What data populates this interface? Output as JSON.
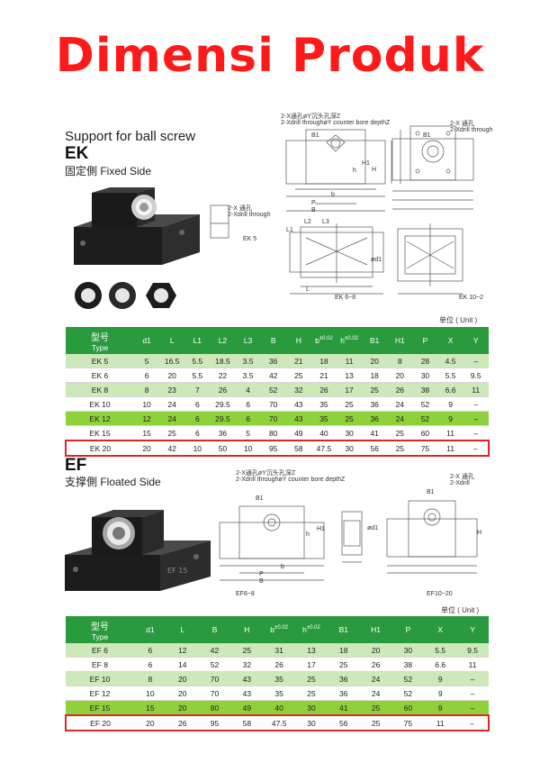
{
  "page_title": "Dimensi Produk",
  "ek": {
    "title": "Support for ball screw",
    "code": "EK",
    "side": "固定側 Fixed Side",
    "diagram": {
      "note_top1": "2-X通孔øY沉头孔深Z",
      "note_top2": "2-Xdrill throughøY counter bore depthZ",
      "note_top_right1": "2-X 通孔",
      "note_top_right2": "2-Xdrill through",
      "note_mid1": "2-X 通孔",
      "note_mid2": "2-Xdrill through",
      "label_ek5": "EK 5",
      "label_ek68": "EK 6~8",
      "label_ek10": "EK 10~2",
      "dims": {
        "b1": "B1",
        "h": "h",
        "h1": "H1",
        "hh": "H",
        "b": "b",
        "p": "P",
        "bb": "B",
        "l2": "L2",
        "l3": "L3",
        "l1": "L1",
        "l": "L",
        "d1": "ød1"
      }
    },
    "unit": "单位 ( Unit )",
    "headers": [
      "d1",
      "L",
      "L1",
      "L2",
      "L3",
      "B",
      "H",
      "b",
      "h",
      "B1",
      "H1",
      "P",
      "X",
      "Y"
    ],
    "type_cn": "型号",
    "type_en": "Type",
    "tol": "±0.02",
    "rows": [
      [
        "EK 5",
        "5",
        "16.5",
        "5.5",
        "18.5",
        "3.5",
        "36",
        "21",
        "18",
        "11",
        "20",
        "8",
        "28",
        "4.5",
        "–"
      ],
      [
        "EK 6",
        "6",
        "20",
        "5.5",
        "22",
        "3.5",
        "42",
        "25",
        "21",
        "13",
        "18",
        "20",
        "30",
        "5.5",
        "9.5"
      ],
      [
        "EK 8",
        "8",
        "23",
        "7",
        "26",
        "4",
        "52",
        "32",
        "26",
        "17",
        "25",
        "26",
        "38",
        "6.6",
        "11"
      ],
      [
        "EK 10",
        "10",
        "24",
        "6",
        "29.5",
        "6",
        "70",
        "43",
        "35",
        "25",
        "36",
        "24",
        "52",
        "9",
        "–"
      ],
      [
        "EK 12",
        "12",
        "24",
        "6",
        "29.5",
        "6",
        "70",
        "43",
        "35",
        "25",
        "36",
        "24",
        "52",
        "9",
        "–"
      ],
      [
        "EK 15",
        "15",
        "25",
        "6",
        "36",
        "5",
        "80",
        "49",
        "40",
        "30",
        "41",
        "25",
        "60",
        "11",
        "–"
      ],
      [
        "EK 20",
        "20",
        "42",
        "10",
        "50",
        "10",
        "95",
        "58",
        "47.5",
        "30",
        "56",
        "25",
        "75",
        "11",
        "–"
      ]
    ]
  },
  "ef": {
    "code": "EF",
    "side": "支撑側 Floated Side",
    "product_label": "EF 15",
    "diagram": {
      "note_top1": "2-X通孔øY沉头孔深Z",
      "note_top2": "2-Xdrill throughøY counter bore depthZ",
      "note_top_right1": "2-X 通孔",
      "note_top_right2": "2-Xdrill",
      "label_ef68": "EF6~8",
      "label_ef10": "EF10~20",
      "dims": {
        "b1": "B1",
        "h": "h",
        "h1": "H1",
        "hh": "H",
        "b": "b",
        "p": "P",
        "bb": "B",
        "d1": "ød1"
      }
    },
    "unit": "单位 ( Unit )",
    "headers": [
      "d1",
      "L",
      "B",
      "H",
      "b",
      "h",
      "B1",
      "H1",
      "P",
      "X",
      "Y"
    ],
    "type_cn": "型号",
    "type_en": "Type",
    "tol": "±0.02",
    "rows": [
      [
        "EF 6",
        "6",
        "12",
        "42",
        "25",
        "31",
        "13",
        "18",
        "20",
        "30",
        "5.5",
        "9.5"
      ],
      [
        "EF 8",
        "6",
        "14",
        "52",
        "32",
        "26",
        "17",
        "25",
        "26",
        "38",
        "6.6",
        "11"
      ],
      [
        "EF 10",
        "8",
        "20",
        "70",
        "43",
        "35",
        "25",
        "36",
        "24",
        "52",
        "9",
        "–"
      ],
      [
        "EF 12",
        "10",
        "20",
        "70",
        "43",
        "35",
        "25",
        "36",
        "24",
        "52",
        "9",
        "–"
      ],
      [
        "EF 15",
        "15",
        "20",
        "80",
        "49",
        "40",
        "30",
        "41",
        "25",
        "60",
        "9",
        "–"
      ],
      [
        "EF 20",
        "20",
        "26",
        "95",
        "58",
        "47.5",
        "30",
        "56",
        "25",
        "75",
        "11",
        "–"
      ]
    ]
  },
  "colors": {
    "title_red": "#ff1a1a",
    "header_green": "#2a9a3f",
    "row_light": "#cde8b9",
    "row_bright": "#8fd13a",
    "highlight_red": "#e0242a"
  }
}
